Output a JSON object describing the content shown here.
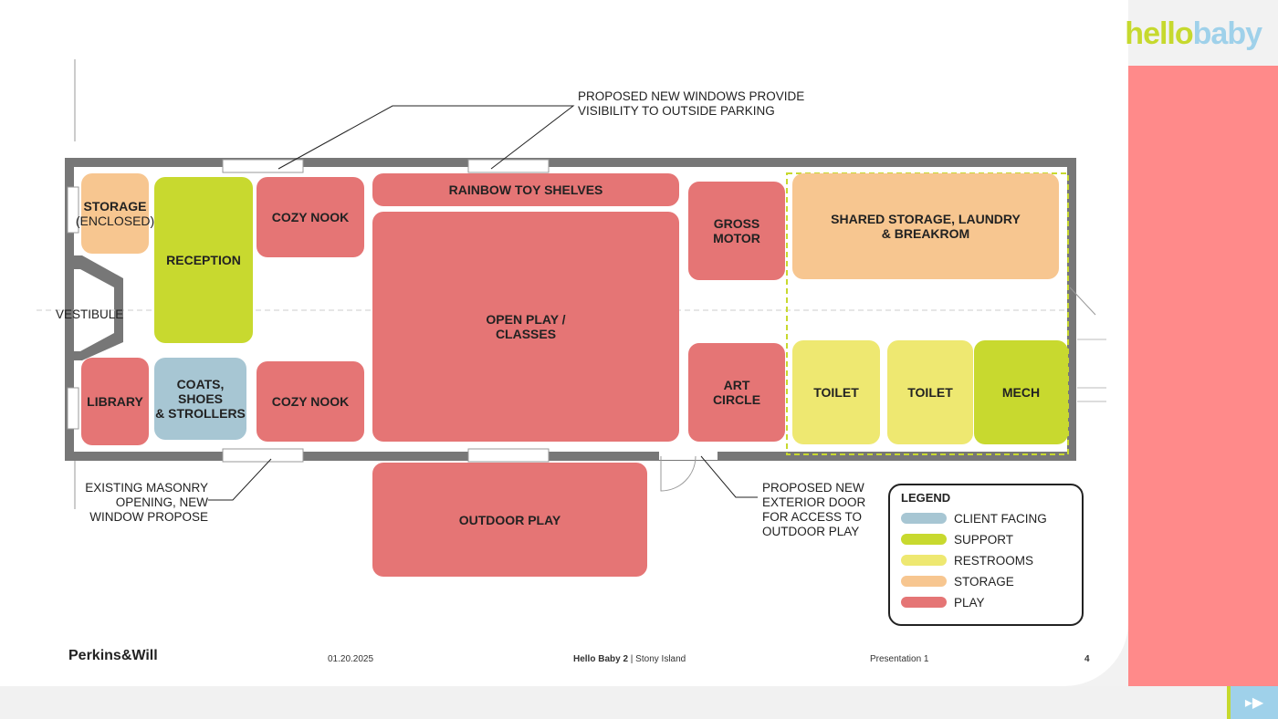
{
  "brand": {
    "part1": "hello",
    "part2": "baby"
  },
  "rooms": {
    "storage_enclosed_1": "STORAGE",
    "storage_enclosed_2": "(ENCLOSED)",
    "reception": "RECEPTION",
    "cozy_nook_top": "COZY NOOK",
    "rainbow": "RAINBOW TOY SHELVES",
    "open_play": "OPEN PLAY /\nCLASSES",
    "gross_motor": "GROSS\nMOTOR",
    "shared_storage": "SHARED STORAGE, LAUNDRY\n& BREAKROM",
    "library": "LIBRARY",
    "coats": "COATS, SHOES\n& STROLLERS",
    "cozy_nook_bottom": "COZY NOOK",
    "art_circle": "ART\nCIRCLE",
    "toilet1": "TOILET",
    "toilet2": "TOILET",
    "mech": "MECH",
    "outdoor_play": "OUTDOOR PLAY",
    "vestibule": "VESTIBULE"
  },
  "notes": {
    "windows": "PROPOSED NEW WINDOWS PROVIDE\nVISIBILITY TO OUTSIDE PARKING",
    "masonry": "EXISTING MASONRY\nOPENING, NEW\nWINDOW PROPOSE",
    "door": "PROPOSED NEW\nEXTERIOR DOOR\nFOR ACCESS TO\nOUTDOOR PLAY"
  },
  "legend": {
    "title": "LEGEND",
    "items": [
      {
        "label": "CLIENT FACING",
        "color": "#a7c6d3"
      },
      {
        "label": "SUPPORT",
        "color": "#c8d92f"
      },
      {
        "label": "RESTROOMS",
        "color": "#eee871"
      },
      {
        "label": "STORAGE",
        "color": "#f7c690"
      },
      {
        "label": "PLAY",
        "color": "#e57575"
      }
    ]
  },
  "footer": {
    "company": "Perkins&Will",
    "date": "01.20.2025",
    "project_bold": "Hello Baby 2",
    "project_rest": " | Stony Island",
    "presentation": "Presentation 1",
    "page": "4"
  },
  "nav": {
    "icon": "fast-forward-icon"
  }
}
